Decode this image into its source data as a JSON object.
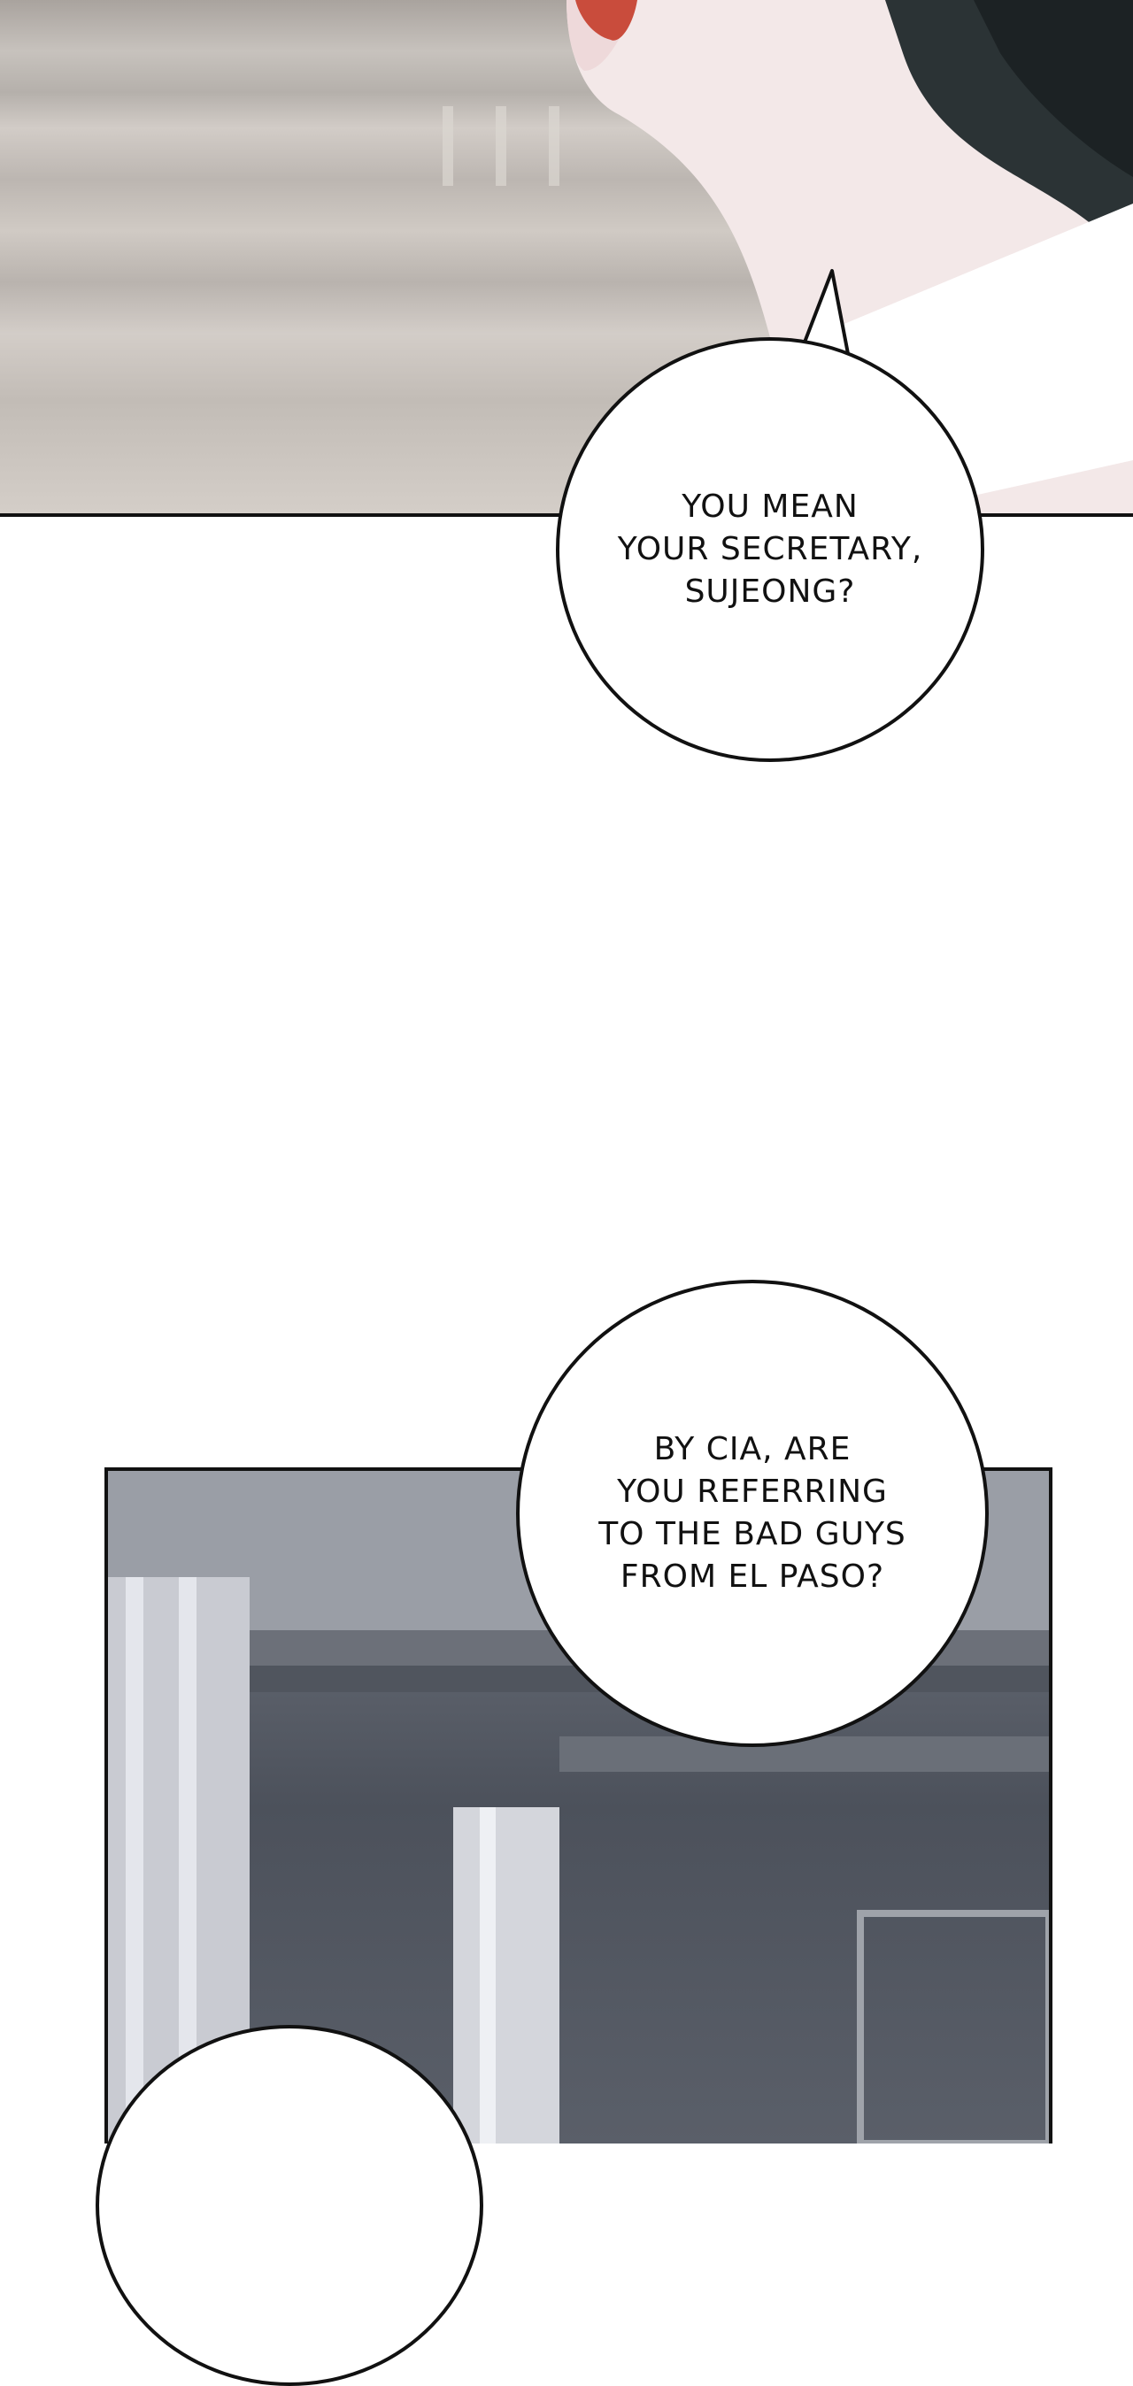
{
  "bubbles": [
    {
      "lines": [
        "YOU MEAN",
        "YOUR SECRETARY,",
        "SUJEONG?"
      ]
    },
    {
      "lines": [
        "BY CIA, ARE",
        "YOU REFERRING",
        "TO THE BAD GUYS",
        "FROM EL PASO?"
      ]
    }
  ],
  "colors": {
    "skin": "#f3e8e8",
    "hair": "#2b3335",
    "wallpaper": "#4c515b"
  }
}
